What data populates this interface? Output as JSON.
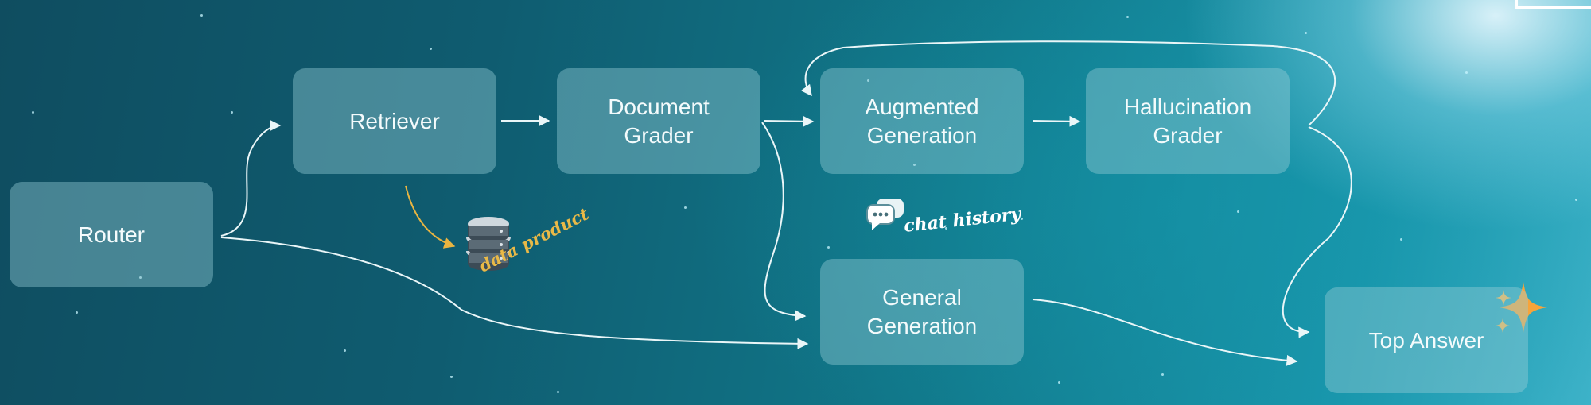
{
  "nodes": {
    "router": "Router",
    "retriever": "Retriever",
    "document_grader": "Document\nGrader",
    "augmented_generation": "Augmented\nGeneration",
    "hallucination_grader": "Hallucination\nGrader",
    "general_generation": "General\nGeneration",
    "top_answer": "Top Answer"
  },
  "annotations": {
    "data_product": "data product",
    "chat_history": "chat history"
  },
  "colors": {
    "arrow": "#eaf6f8",
    "data_product_arrow": "#e8b441",
    "sparkle": "#f5a23a"
  },
  "icons": [
    "database-icon",
    "chat-bubbles-icon",
    "sparkle-icon"
  ]
}
